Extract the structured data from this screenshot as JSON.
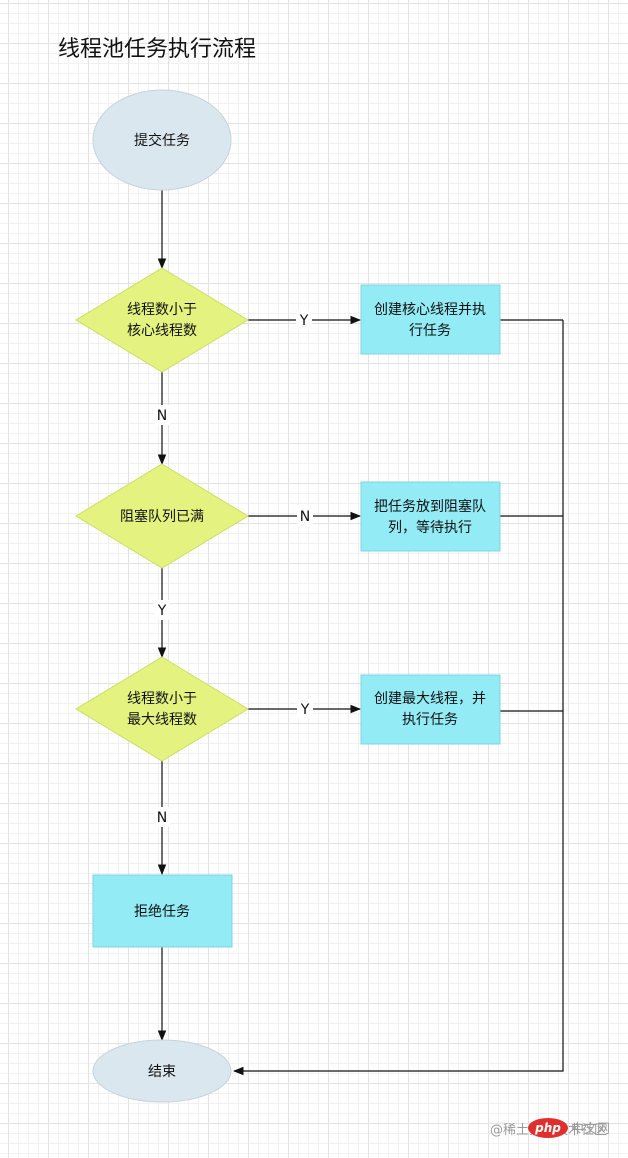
{
  "title": "线程池任务执行流程",
  "colors": {
    "terminal_fill": "#dbe7ee",
    "decision_fill": "#e4f27f",
    "process_fill": "#92ebf5",
    "line": "#111111",
    "watermark_badge": "#e0302e"
  },
  "nodes": {
    "submit": {
      "lines": [
        "提交任务"
      ]
    },
    "decision_core": {
      "lines": [
        "线程数小于",
        "核心线程数"
      ]
    },
    "process_create_core": {
      "lines": [
        "创建核心线程并执",
        "行任务"
      ]
    },
    "decision_queue": {
      "lines": [
        "阻塞队列已满"
      ]
    },
    "process_enqueue": {
      "lines": [
        "把任务放到阻塞队",
        "列，等待执行"
      ]
    },
    "decision_max": {
      "lines": [
        "线程数小于",
        "最大线程数"
      ]
    },
    "process_create_max": {
      "lines": [
        "创建最大线程，并",
        "执行任务"
      ]
    },
    "process_reject": {
      "lines": [
        "拒绝任务"
      ]
    },
    "end": {
      "lines": [
        "结束"
      ]
    }
  },
  "edge_labels": {
    "core_yes": "Y",
    "core_no": "N",
    "queue_no": "N",
    "queue_yes": "Y",
    "max_yes": "Y",
    "max_no": "N"
  },
  "watermark": {
    "logo": "php",
    "text": "@稀土掘金技术社区",
    "site": "中文网"
  }
}
